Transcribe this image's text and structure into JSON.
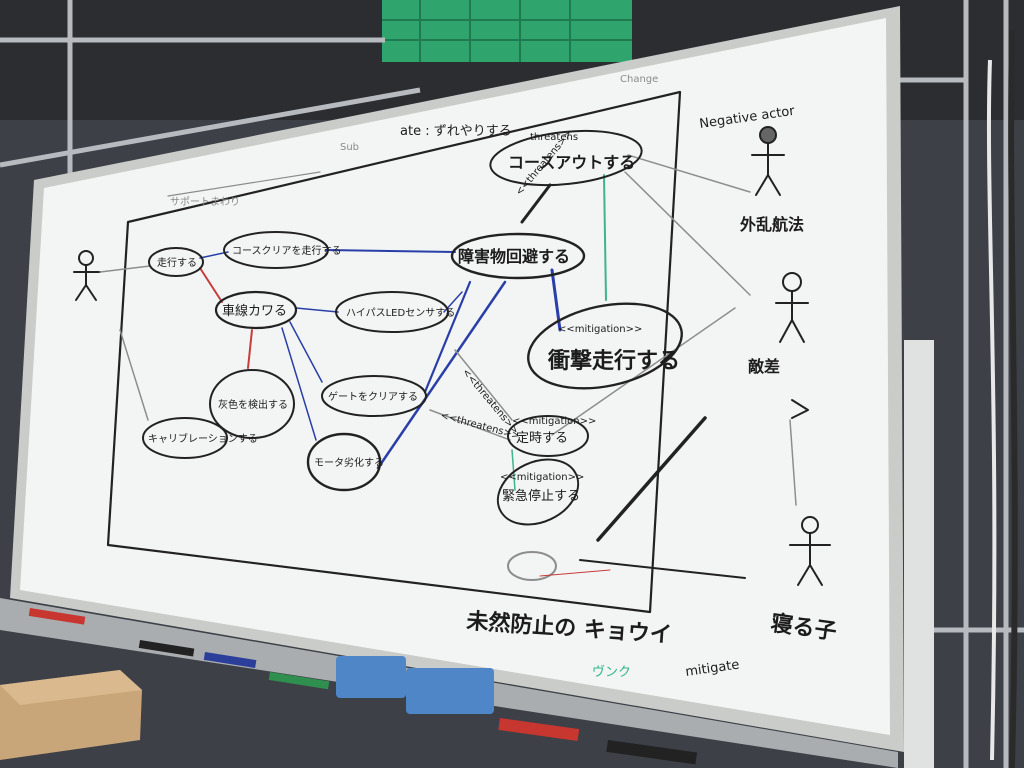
{
  "board": {
    "top_title": "ate : ずれやりする",
    "top_gray_note": "Change",
    "top_left_note": "Sub",
    "frame_label": "サポートまわり",
    "negative_actor_label": "Negative actor",
    "bottom_caption": "未然防止の キョウイ",
    "bottom_green_note": "ヴンク",
    "mitigate_note": "mitigate"
  },
  "actors": {
    "left_actor": "",
    "external_attack": "外乱航法",
    "obstacle": "敵差",
    "sleep": "寝る子"
  },
  "nodes": {
    "drive": "走行する",
    "move_course": "コースクリアを走行する",
    "keep_lane": "車線カワる",
    "lane_center": "ハイパスLEDセンサする",
    "color_recognize": "灰色を検出する",
    "gate_pass": "ゲートをクリアする",
    "motor_degrade": "モータ劣化する",
    "calibration": "キャリブレーションする",
    "obstacle_avoid": "障害物回避する",
    "mitigation": "衝撃走行する",
    "course_out": "コースアウトする",
    "normal_time": "定時する",
    "emergency_stop": "緊急停止する"
  },
  "small_labels": {
    "course_out_tag": "threatens",
    "mitigation_tag": "<<mitigation>>",
    "threatens_a": "<<threatens>>",
    "threatens_b": "<<threatens>>",
    "threatens_c": "<<threatens>>",
    "normal_time_tag": "<<mitigation>>",
    "emergency_tag": "<<mitigation>>"
  },
  "colors": {
    "board": "#f3f5f4",
    "frame": "#c9ccc8",
    "shelf": "#a9adb0",
    "blue_eraser": "#4f86c8",
    "crate": "#2fa46d",
    "box": "#c9a679"
  }
}
